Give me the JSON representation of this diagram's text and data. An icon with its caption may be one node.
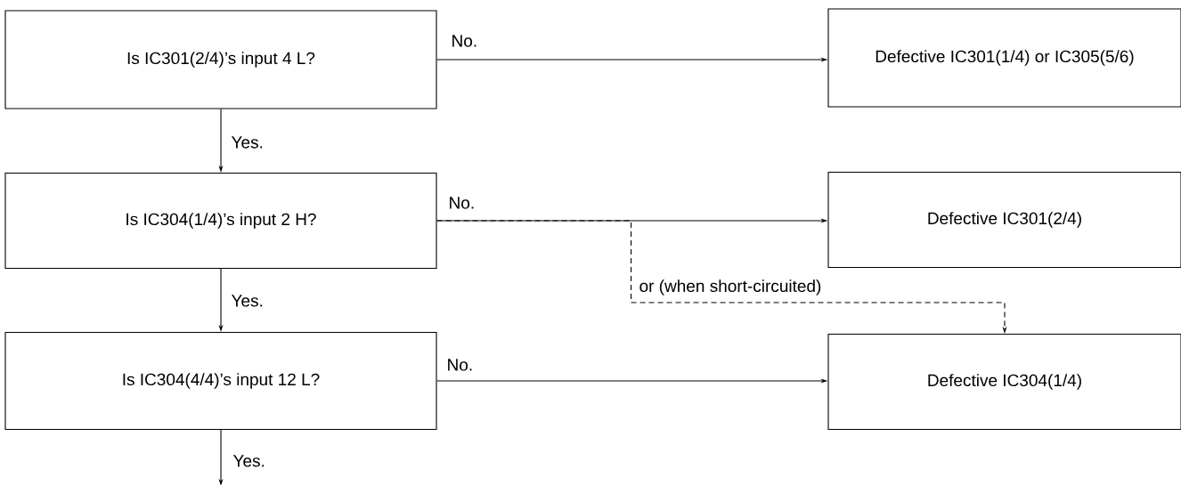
{
  "diagram": {
    "nodes": [
      {
        "text": [
          "Is IC301(2/4)’s input 4 L?"
        ]
      },
      {
        "text": [
          "Is IC304(1/4)’s input 2 H?"
        ]
      },
      {
        "text": [
          "Is IC304(4/4)’s input 12 L?"
        ]
      },
      {
        "text": [
          "Defective IC301(1/4) or IC305(5/6)"
        ]
      },
      {
        "text": [
          "Defective IC301(2/4)"
        ]
      },
      {
        "text": [
          "Defective IC304(1/4)"
        ]
      }
    ],
    "edges": [
      {
        "from": 0,
        "to": 3,
        "arrow": "to",
        "label": "No."
      },
      {
        "from": 0,
        "to": 1,
        "arrow": "to",
        "label": "Yes."
      },
      {
        "from": 1,
        "to": 4,
        "arrow": "to",
        "label": "No."
      },
      {
        "from": 1,
        "to": 5,
        "arrow": "to",
        "label": "or (when short-circuited)",
        "style": "dashed"
      },
      {
        "from": 1,
        "to": 2,
        "arrow": "to",
        "label": "Yes."
      },
      {
        "from": 2,
        "to": 5,
        "arrow": "to",
        "label": "No."
      },
      {
        "from": 2,
        "to": null,
        "arrow": "to",
        "label": "Yes."
      }
    ]
  }
}
